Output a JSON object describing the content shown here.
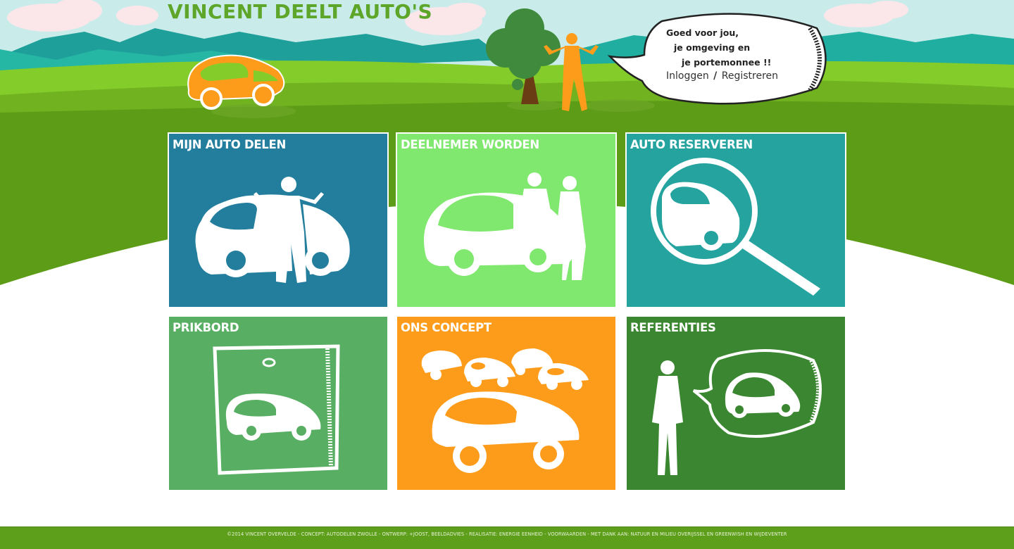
{
  "header": {
    "site_title": "VINCENT DEELT AUTO'S",
    "bubble_lines": [
      "Goed voor jou,",
      "je omgeving en",
      "je portemonnee !!"
    ],
    "login_label": "Inloggen",
    "separator": "/",
    "register_label": "Registreren"
  },
  "tiles": [
    {
      "title": "MIJN AUTO DELEN",
      "color": "#237e9d"
    },
    {
      "title": "DEELNEMER WORDEN",
      "color": "#80e86e"
    },
    {
      "title": "AUTO RESERVEREN",
      "color": "#25a39f"
    },
    {
      "title": "PRIKBORD",
      "color": "#58ae62"
    },
    {
      "title": "ONS CONCEPT",
      "color": "#fd9c1b"
    },
    {
      "title": "REFERENTIES",
      "color": "#3b8630"
    }
  ],
  "footer": {
    "text": "©2014 VINCENT OVERVELDE - CONCEPT: AUTODELEN ZWOLLE - ONTWERP: +JOOST, BEELDADVIES - REALISATIE: ENERGIE EENHEID - VOORWAARDEN - MET DANK AAN: NATUUR EN MILIEU OVERIJSSEL EN GREENWISH EN WIJDEVENTER",
    "color": "#5d9e1b"
  },
  "theme": {
    "sky": "#c9ecea",
    "mountain": "#1f9f9a",
    "grass_light": "#84cc2a",
    "grass_dark": "#5c9c16",
    "title_green": "#5ea62a",
    "accent_orange": "#fd9c1b"
  }
}
